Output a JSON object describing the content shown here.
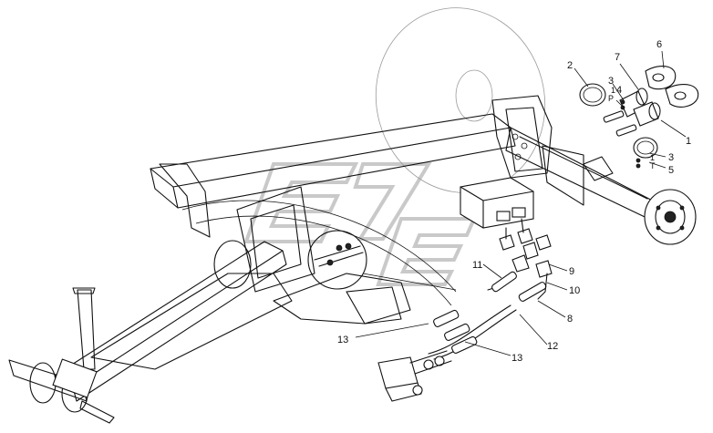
{
  "callouts": {
    "c1": "1",
    "c2": "2",
    "c3a": "3",
    "c3b": "3",
    "c4": "4",
    "c5": "5",
    "c6": "6",
    "c7": "7",
    "c8": "8",
    "c9": "9",
    "c10": "10",
    "c11": "11",
    "c12": "12",
    "c13a": "13",
    "c13b": "13"
  },
  "coupler_markings": {
    "p_label": "P",
    "p_number": "1",
    "t_label": "T",
    "t_number": "1"
  }
}
